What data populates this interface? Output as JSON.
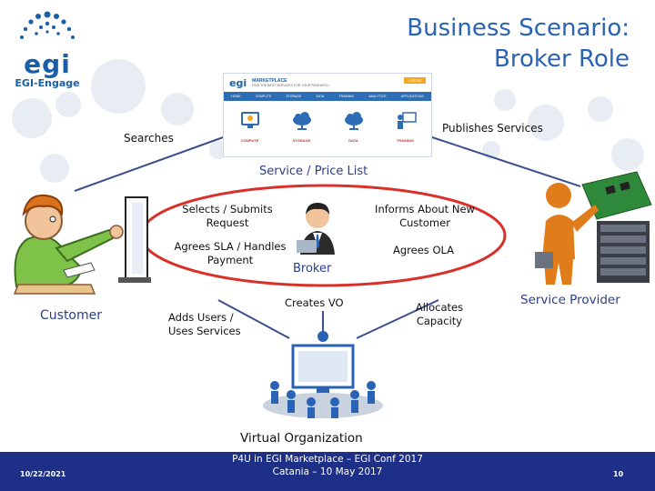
{
  "logo": {
    "top": "egi",
    "bottom": "EGI-Engage"
  },
  "title": {
    "line1": "Business Scenario:",
    "line2": "Broker Role"
  },
  "marketplace": {
    "header": "MARKETPLACE",
    "sub": "FIND THE BEST SERVICES FOR YOUR RESEARCH",
    "login": "LOGIN",
    "nav": [
      "HOME",
      "COMPUTE",
      "STORAGE",
      "DATA",
      "TRAINING",
      "ANALYTICS",
      "APPLICATIONS"
    ],
    "tiles": [
      "COMPUTE",
      "STORAGE",
      "DATA",
      "TRAINING"
    ]
  },
  "labels": {
    "searches": "Searches",
    "publishes": "Publishes Services",
    "price_list": "Service / Price List",
    "selects_1": "Selects / Submits",
    "selects_2": "Request",
    "informs_1": "Informs About New",
    "informs_2": "Customer",
    "agrees_sla_1": "Agrees SLA / Handles",
    "agrees_sla_2": "Payment",
    "agrees_ola": "Agrees OLA",
    "broker": "Broker",
    "customer": "Customer",
    "provider": "Service Provider",
    "creates_vo": "Creates VO",
    "adds_users_1": "Adds Users /",
    "adds_users_2": "Uses Services",
    "allocates_1": "Allocates",
    "allocates_2": "Capacity",
    "vo": "Virtual Organization"
  },
  "footer": {
    "date": "10/22/2021",
    "center_1": "P4U in EGI Marketplace – EGI Conf 2017",
    "center_2": "Catania – 10 May 2017",
    "page": "10"
  },
  "colors": {
    "title": "#2a63b5",
    "footer": "#1d2f86",
    "accent_red": "#d9302a",
    "text_blue": "#2a3e8a",
    "egi_blue": "#1b5fa8"
  }
}
